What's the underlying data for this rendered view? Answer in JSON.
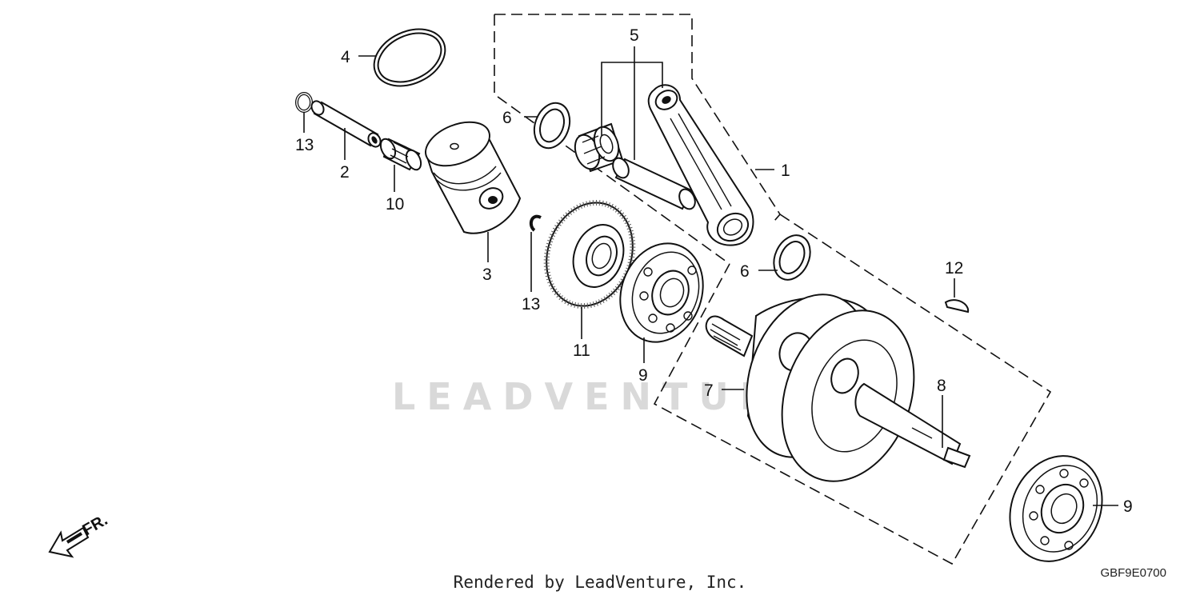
{
  "diagram": {
    "watermark": "LEADVENTURE",
    "diagram_code": "GBF9E0700",
    "footer": "Rendered by LeadVenture, Inc.",
    "direction_label": "FR.",
    "callouts": {
      "c1": "1",
      "c2": "2",
      "c3": "3",
      "c4": "4",
      "c5": "5",
      "c6a": "6",
      "c6b": "6",
      "c7": "7",
      "c8": "8",
      "c9a": "9",
      "c9b": "9",
      "c10": "10",
      "c11": "11",
      "c12": "12",
      "c13a": "13",
      "c13b": "13"
    }
  }
}
